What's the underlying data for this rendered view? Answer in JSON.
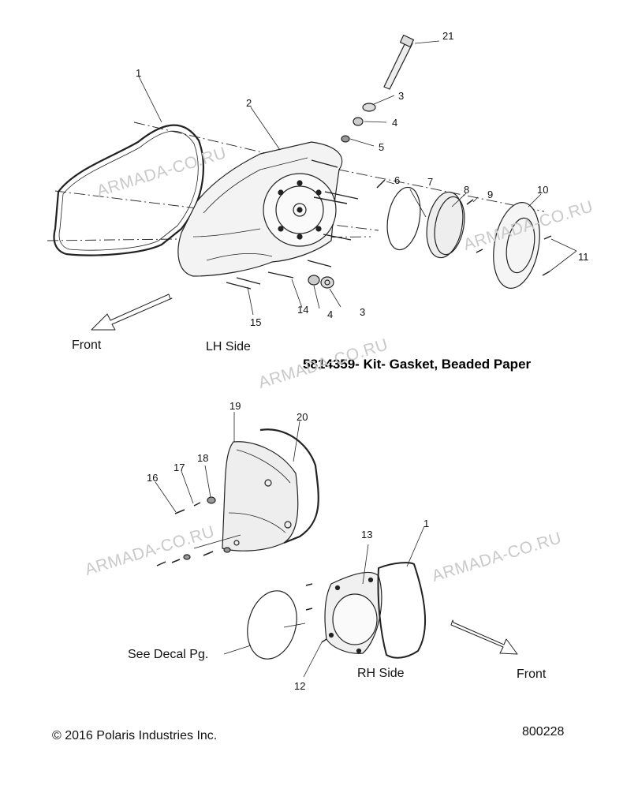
{
  "callouts": [
    "21",
    "3",
    "4",
    "5",
    "1",
    "2",
    "6",
    "7",
    "8",
    "9",
    "10",
    "11",
    "15",
    "14",
    "4",
    "3",
    "19",
    "20",
    "18",
    "17",
    "16",
    "13",
    "1",
    "12"
  ],
  "lh_side": {
    "front": "Front",
    "side": "LH Side"
  },
  "rh_side": {
    "front": "Front",
    "side": "RH Side",
    "decal": "See Decal Pg."
  },
  "kit_note": "5814359- Kit- Gasket, Beaded Paper",
  "footer": {
    "copyright": "© 2016 Polaris Industries Inc.",
    "doc_number": "800228"
  },
  "watermark": "ARMADA-CO.RU"
}
